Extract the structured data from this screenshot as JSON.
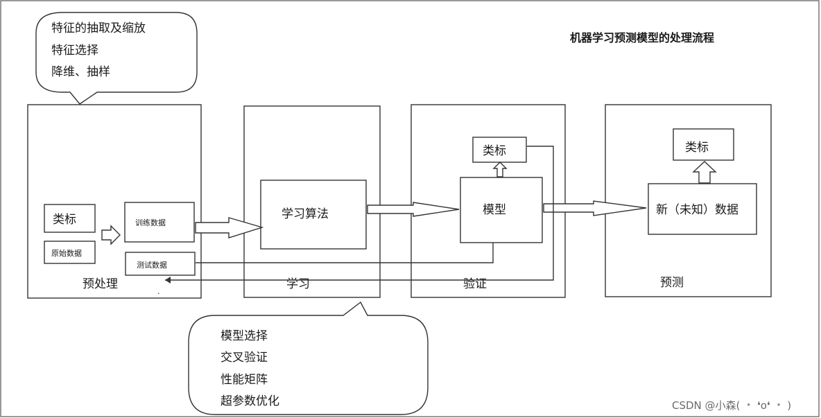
{
  "title": "机器学习预测模型的处理流程",
  "watermark": "CSDN @小森( ﹡ ❛o❛ ﹡ )",
  "stages": {
    "preprocess": {
      "label": "预处理",
      "class_label": "类标",
      "raw_data": "原始数据",
      "train_data": "训练数据",
      "test_data": "测试数据"
    },
    "learning": {
      "label": "学习",
      "algorithm": "学习算法"
    },
    "validation": {
      "label": "验证",
      "class_label": "类标",
      "model": "模型"
    },
    "prediction": {
      "label": "预测",
      "class_label": "类标",
      "new_data": "新（未知）数据"
    }
  },
  "callouts": {
    "top": [
      "特征的抽取及缩放",
      "特征选择",
      "降维、抽样"
    ],
    "bottom": [
      "模型选择",
      "交叉验证",
      "性能矩阵",
      "超参数优化"
    ]
  }
}
